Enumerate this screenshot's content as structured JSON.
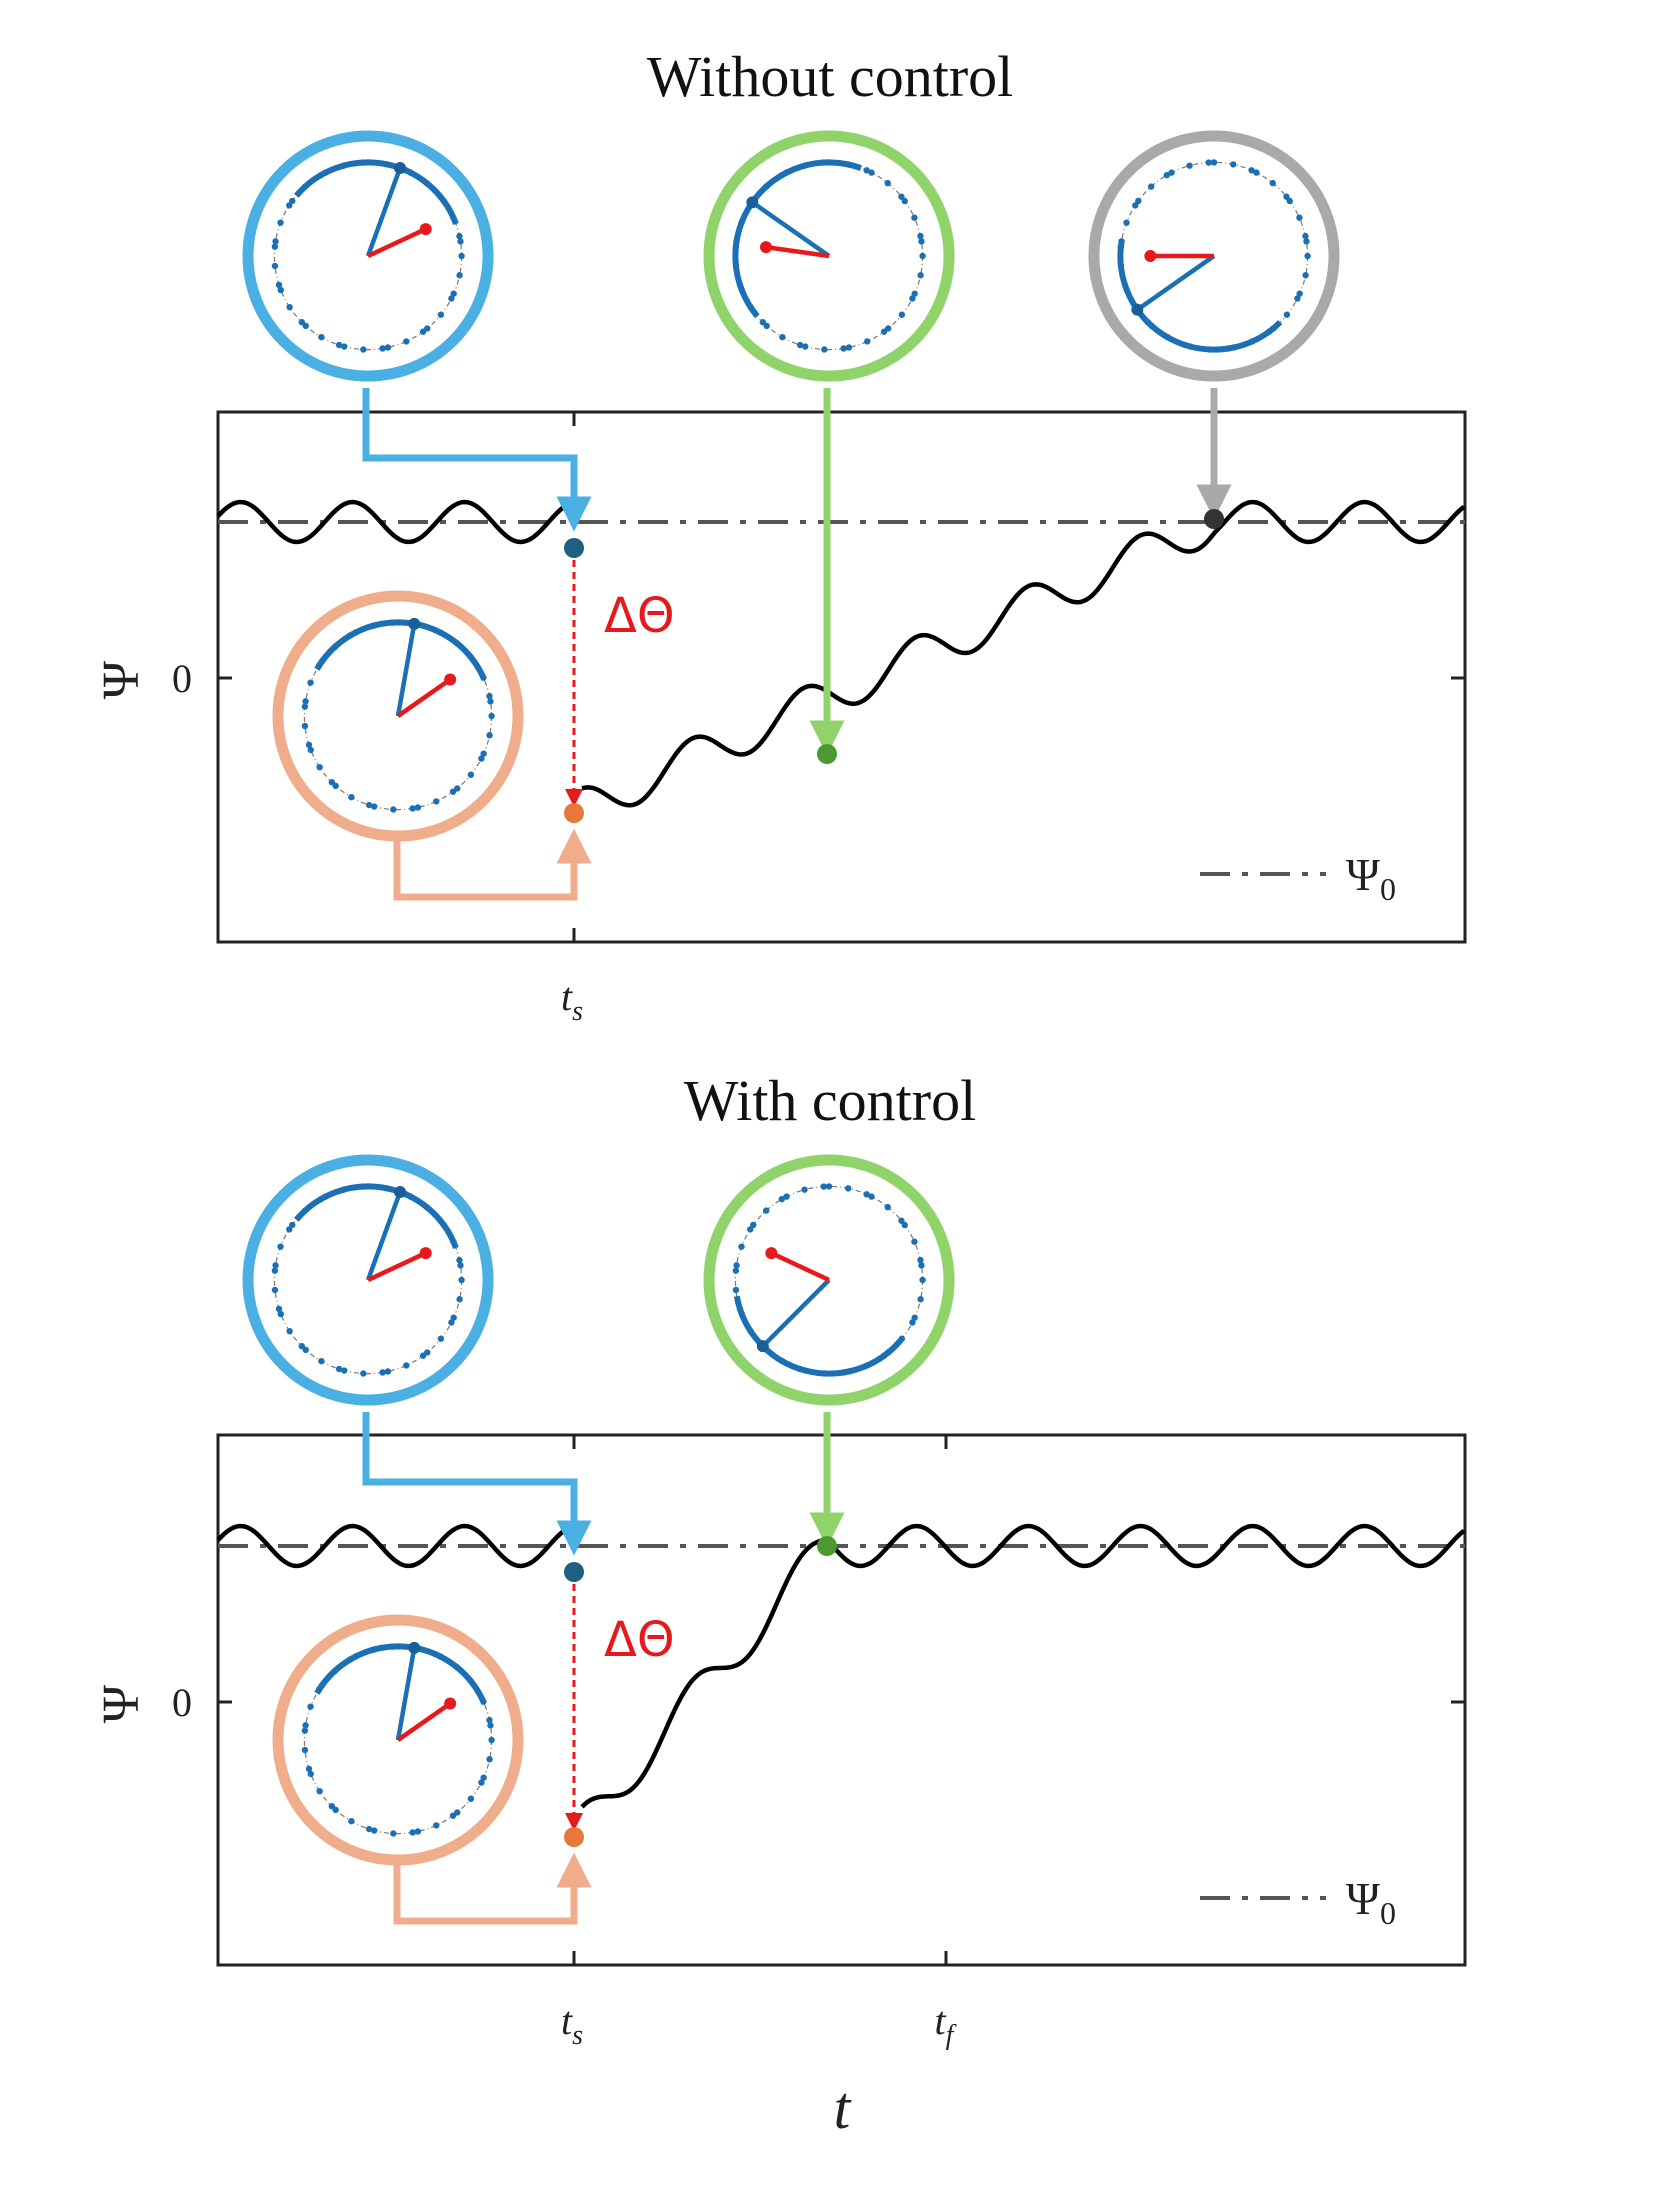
{
  "panels": [
    {
      "title": "Without control",
      "ylabel": "Ψ",
      "yzero": "0",
      "delta": "ΔΘ",
      "legend": "Ψ",
      "legend_sub": "0",
      "ticks": [
        {
          "base": "t",
          "sub": "s"
        }
      ],
      "curve": {
        "type": "line",
        "recover": "slow"
      },
      "colors": {
        "before": "#4ab0e3",
        "perturbed": "#f0ad8c",
        "recovering": "#8fd36a",
        "recovered": "#a9a9a9"
      }
    },
    {
      "title": "With control",
      "ylabel": "Ψ",
      "yzero": "0",
      "delta": "ΔΘ",
      "legend": "Ψ",
      "legend_sub": "0",
      "ticks": [
        {
          "base": "t",
          "sub": "s"
        },
        {
          "base": "t",
          "sub": "f"
        }
      ],
      "curve": {
        "type": "line",
        "recover": "fast"
      },
      "colors": {
        "before": "#4ab0e3",
        "perturbed": "#f0ad8c",
        "recovering": "#8fd36a"
      }
    }
  ],
  "xlabel": "t",
  "icons": [
    "clock-phase-icon"
  ]
}
